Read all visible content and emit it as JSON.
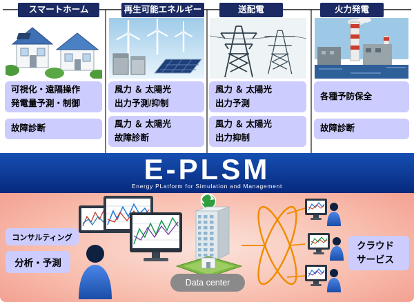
{
  "columns": [
    {
      "header": "スマートホーム",
      "box1": "可視化・遠隔操作\n発電量予測・制御",
      "box2": "故障診断"
    },
    {
      "header": "再生可能エネルギー",
      "box1": "風力 ＆ 太陽光\n出力予測/抑制",
      "box2": "風力 ＆ 太陽光\n故障診断"
    },
    {
      "header": "送配電",
      "box1": "風力 ＆ 太陽光\n出力予測",
      "box2": "風力 ＆ 太陽光\n出力抑制"
    },
    {
      "header": "火力発電",
      "box1": "各種予防保全",
      "box2": "故障診断"
    }
  ],
  "banner": {
    "title": "E-PLSM",
    "subtitle": "Energy PLatform for Simulation and Management"
  },
  "bottom": {
    "consulting": "コンサルティング",
    "analysis": "分析・予測",
    "datacenter": "Data center",
    "cloud": "クラウド\nサービス"
  },
  "colors": {
    "header-bg": "#1b2a63",
    "box-bg": "#ccccff",
    "banner-top": "#164fb2",
    "banner-bottom": "#07297d",
    "pink-deep": "#f19587",
    "orange": "#f08c00",
    "pill-gray": "#8a8a8a"
  },
  "icons": [
    "house-icon",
    "wind-turbine-icon",
    "solar-panel-icon",
    "battery-unit-icon",
    "transmission-tower-icon",
    "power-plant-icon",
    "chart-monitor-icon",
    "analyst-person-icon",
    "datacenter-building-icon",
    "eco-logo-icon",
    "network-lines-icon",
    "client-terminal-icon",
    "user-icon"
  ]
}
